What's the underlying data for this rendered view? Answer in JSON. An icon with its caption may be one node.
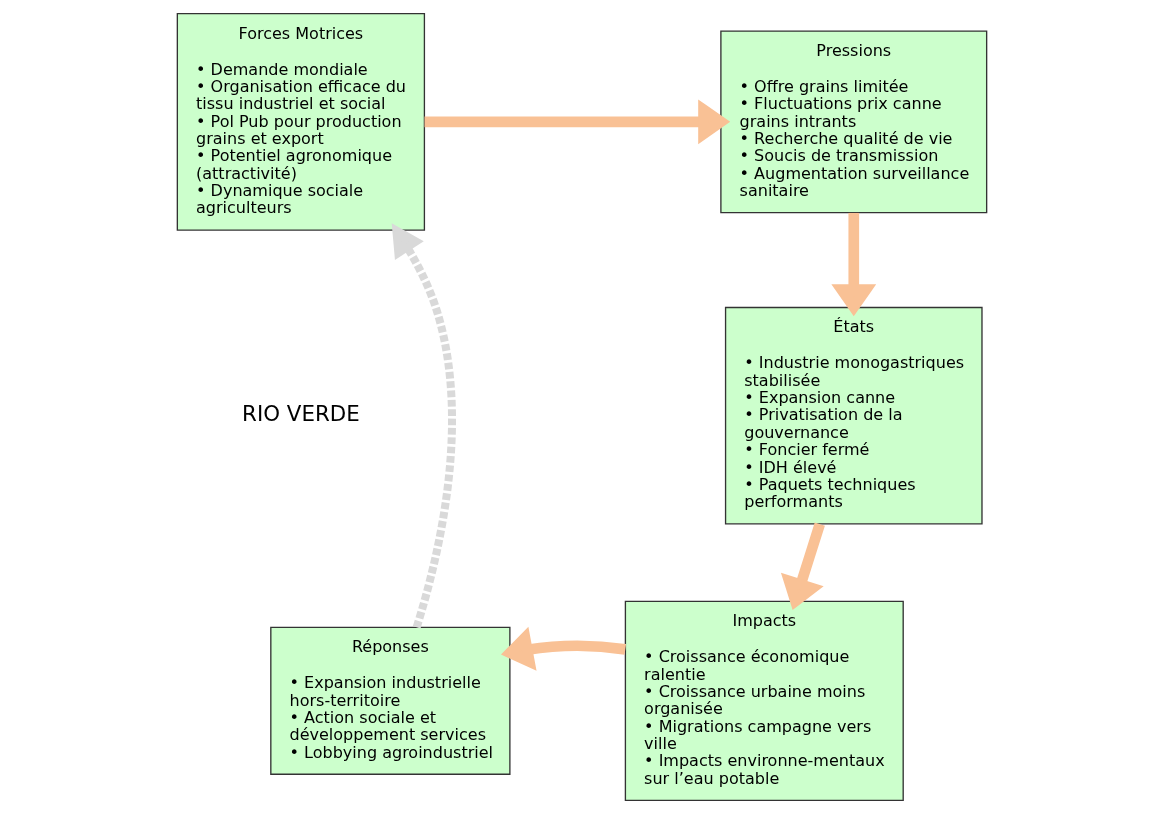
{
  "diagram": {
    "nodes": [
      {
        "text": [
          "Forces Motrices",
          "• Demande mondiale",
          "• Organisation efficace du tissu industriel et social",
          "• Pol Pub pour production grains et export",
          "• Potentiel agronomique (attractivité)",
          "• Dynamique sociale agriculteurs"
        ]
      },
      {
        "text": [
          "Pressions",
          "• Offre grains limitée",
          "• Fluctuations prix canne grains intrants",
          "• Recherche qualité de vie",
          "• Soucis de transmission",
          "• Augmentation surveillance sanitaire"
        ]
      },
      {
        "text": [
          "États",
          "• Industrie monogastriques stabilisée",
          "• Expansion canne",
          "• Privatisation de la gouvernance",
          "• Foncier fermé",
          "• IDH élevé",
          "• Paquets techniques performants"
        ]
      },
      {
        "text": [
          "Impacts",
          "• Croissance économique ralentie",
          "• Croissance urbaine moins organisée",
          "• Migrations campagne vers ville",
          "• Impacts environne-mentaux sur l’eau potable"
        ]
      },
      {
        "text": [
          "Réponses",
          "• Expansion industrielle hors-territoire",
          "• Action sociale et développement services",
          "• Lobbying agroindustriel"
        ]
      }
    ],
    "edges": [
      {
        "from": 0,
        "to": 1,
        "arrow": "to"
      },
      {
        "from": 1,
        "to": 2,
        "arrow": "to"
      },
      {
        "from": 2,
        "to": 3,
        "arrow": "to"
      },
      {
        "from": 3,
        "to": 4,
        "arrow": "to"
      },
      {
        "from": 4,
        "to": 0,
        "arrow": "to",
        "style": "dashed",
        "color": "#d9d9d9"
      }
    ],
    "labels": [
      "RIO VERDE"
    ]
  }
}
